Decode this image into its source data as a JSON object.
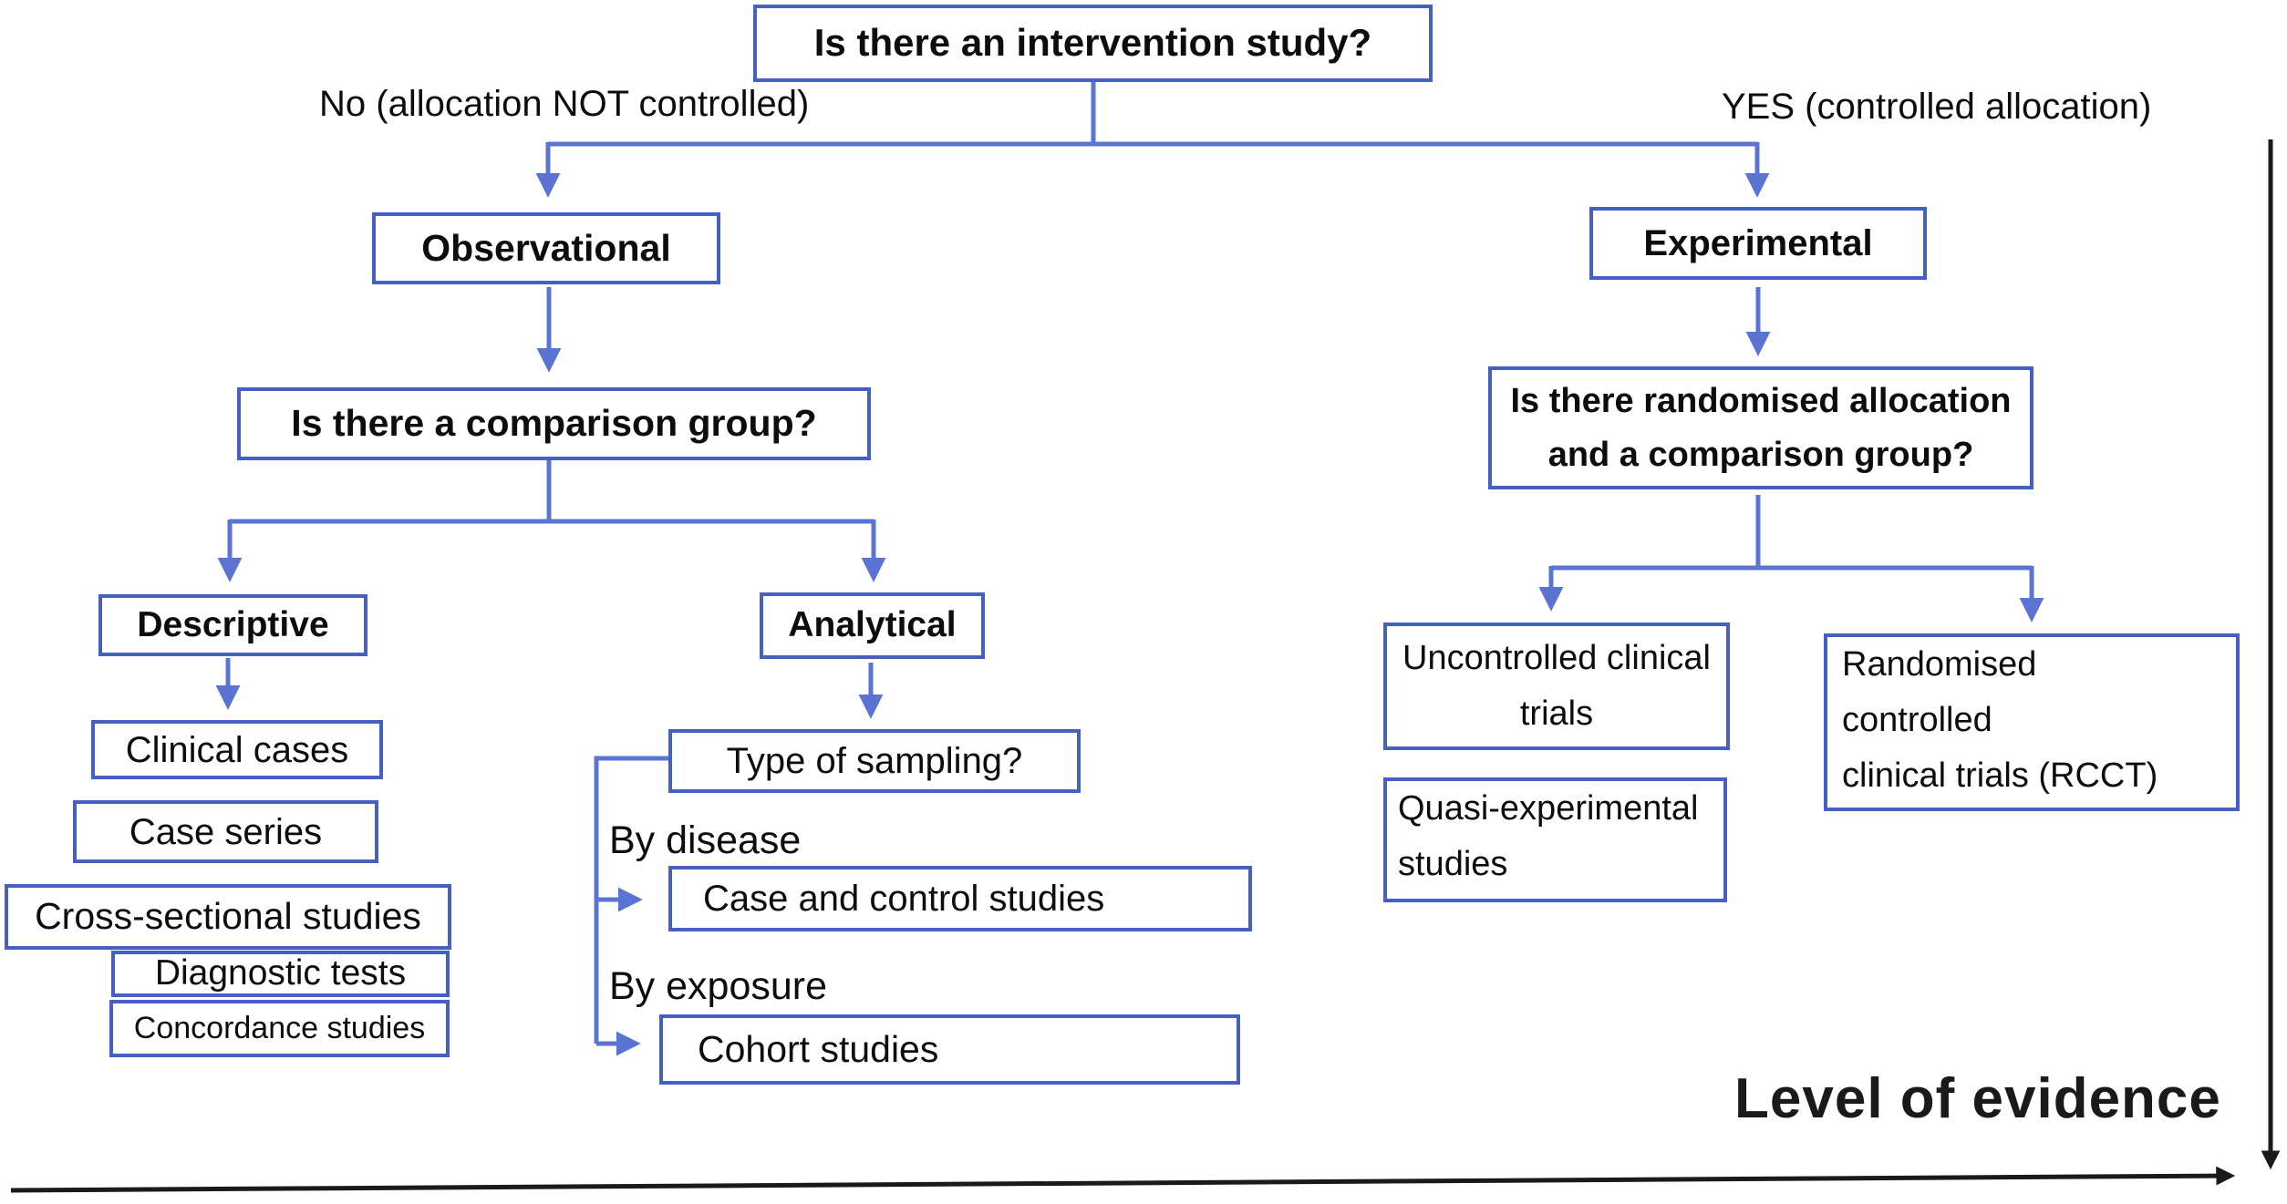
{
  "figure": {
    "colors": {
      "box_border": "#4560c2",
      "connector": "#5b74d4",
      "text": "#0d0d0d",
      "axis": "#1a1a1a",
      "bg": "#ffffff"
    },
    "branch_labels": {
      "no": "No (allocation NOT controlled)",
      "yes": "YES (controlled allocation)",
      "by_disease": "By disease",
      "by_exposure": "By exposure"
    },
    "nodes": {
      "intervention_question": "Is there an intervention study?",
      "observational": "Observational",
      "comparison_question": "Is there a comparison group?",
      "descriptive": "Descriptive",
      "analytical": "Analytical",
      "clinical_cases": "Clinical cases",
      "case_series": "Case series",
      "cross_sectional": "Cross-sectional studies",
      "diagnostic_tests": "Diagnostic tests",
      "concordance": "Concordance studies",
      "sampling_question": "Type of sampling?",
      "case_control": "Case and control studies",
      "cohort": "Cohort studies",
      "experimental": "Experimental",
      "randomised_question_line1": "Is there randomised allocation",
      "randomised_question_line2": "and a comparison group?",
      "uncontrolled_line1": "Uncontrolled clinical",
      "uncontrolled_line2": "trials",
      "quasi_line1": "Quasi-experimental",
      "quasi_line2": "studies",
      "rcct_line1": "Randomised",
      "rcct_line2": "controlled",
      "rcct_line3": "clinical trials (RCCT)"
    },
    "axis_label": "Level of evidence"
  }
}
